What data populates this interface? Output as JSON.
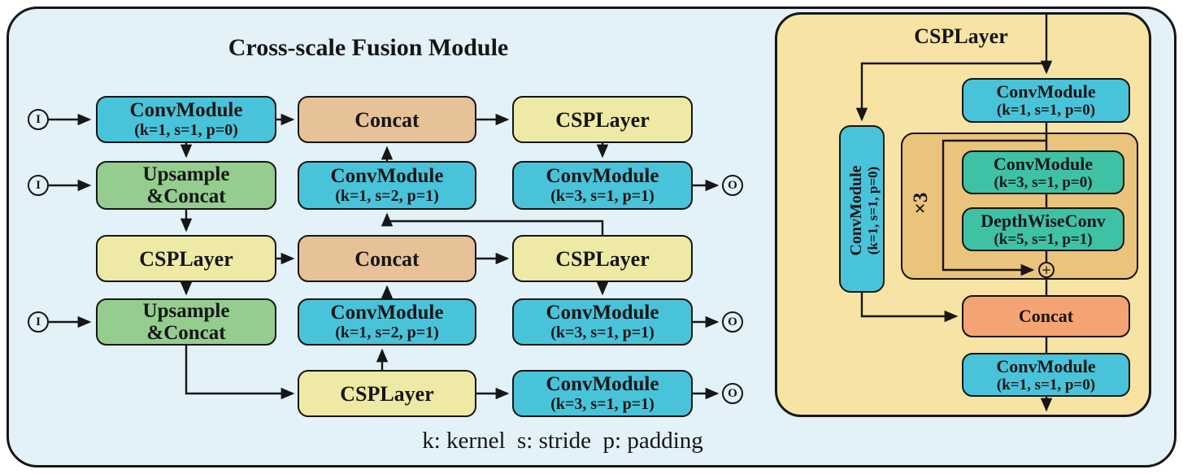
{
  "fusion": {
    "title": "Cross-scale Fusion Module",
    "nodes": {
      "l1": {
        "line1": "ConvModule",
        "line2": "(k=1, s=1, p=0)"
      },
      "l2": {
        "line1": "Upsample",
        "line2": "&Concat"
      },
      "l3": {
        "line1": "CSPLayer"
      },
      "l4": {
        "line1": "Upsample",
        "line2": "&Concat"
      },
      "m1": {
        "line1": "Concat"
      },
      "m2": {
        "line1": "ConvModule",
        "line2": "(k=1, s=2, p=1)"
      },
      "m3": {
        "line1": "Concat"
      },
      "m4": {
        "line1": "ConvModule",
        "line2": "(k=1, s=2, p=1)"
      },
      "m5": {
        "line1": "CSPLayer"
      },
      "r1": {
        "line1": "CSPLayer"
      },
      "r2": {
        "line1": "ConvModule",
        "line2": "(k=3, s=1, p=1)"
      },
      "r3": {
        "line1": "CSPLayer"
      },
      "r4": {
        "line1": "ConvModule",
        "line2": "(k=3, s=1, p=1)"
      },
      "r5": {
        "line1": "ConvModule",
        "line2": "(k=3, s=1, p=1)"
      }
    }
  },
  "io": {
    "input_label": "I",
    "output_label": "O"
  },
  "csp": {
    "title": "CSPLayer",
    "repeat_label": "×3",
    "sum_label": "+",
    "nodes": {
      "c1": {
        "line1": "ConvModule",
        "line2": "(k=1, s=1, p=0)"
      },
      "cv": {
        "line1": "ConvModule",
        "line2": "(k=1, s=1, p=0)"
      },
      "c3": {
        "line1": "ConvModule",
        "line2": "(k=3, s=1, p=0)"
      },
      "dw": {
        "line1": "DepthWiseConv",
        "line2": "(k=5, s=1, p=1)"
      },
      "cc": {
        "line1": "Concat"
      },
      "c5": {
        "line1": "ConvModule",
        "line2": "(k=1, s=1, p=0)"
      }
    }
  },
  "legend": "k: kernel  s: stride  p: padding",
  "colors": {
    "panel_bg": "#e3f1f8",
    "csp_panel_bg": "#f7e3a3",
    "inner_repeat_bg": "#eac37d",
    "blue": "#49c3d9",
    "teal": "#3ec1a5",
    "green": "#94cd8e",
    "yellow": "#eeeaa6",
    "tan": "#e7c197",
    "salmon": "#f4a372",
    "line": "#161616"
  }
}
